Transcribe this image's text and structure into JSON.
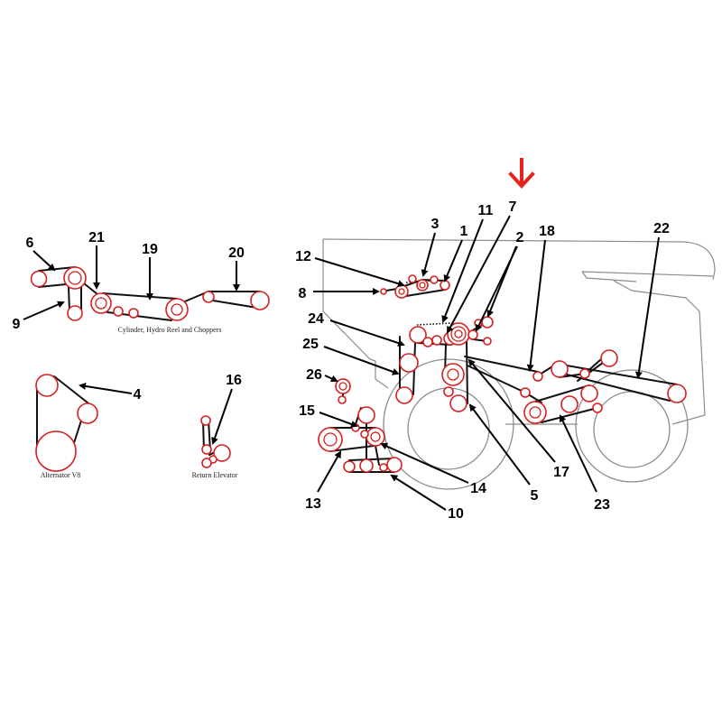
{
  "colors": {
    "pulley": "#d61f1f",
    "belt": "#111111",
    "outline": "#8c8c8c",
    "indicator": "#e8221c"
  },
  "captions": {
    "cylinder": "Cylinder, Hydro Reel and Choppers",
    "alternator": "Alternator V8",
    "return_elevator": "Return Elevator"
  },
  "callouts": {
    "n1": "1",
    "n2": "2",
    "n3": "3",
    "n4": "4",
    "n5": "5",
    "n6": "6",
    "n7": "7",
    "n8": "8",
    "n9": "9",
    "n10": "10",
    "n11": "11",
    "n12": "12",
    "n13": "13",
    "n14": "14",
    "n15": "15",
    "n16": "16",
    "n17": "17",
    "n18": "18",
    "n19": "19",
    "n20": "20",
    "n21": "21",
    "n22": "22",
    "n23": "23",
    "n24": "24",
    "n25": "25",
    "n26": "26"
  }
}
